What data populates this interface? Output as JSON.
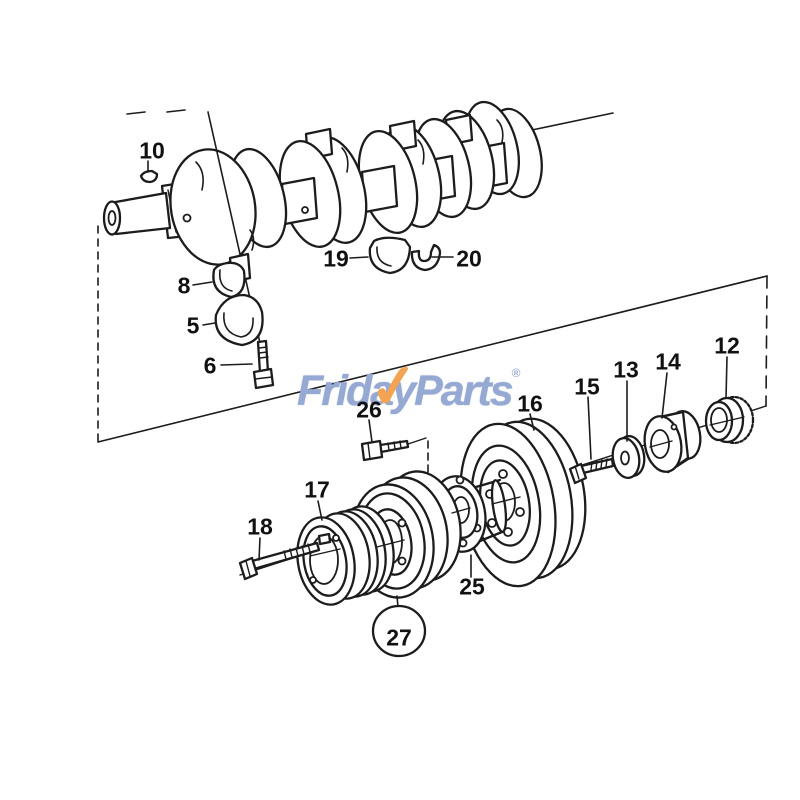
{
  "watermark": {
    "part1": "Frida",
    "part2": "y",
    "check": "✓",
    "part3": "Parts",
    "reg": "®",
    "text_color": "#95a9d3",
    "check_color": "#f2a452"
  },
  "diagram": {
    "type": "exploded-parts-diagram",
    "subject": "crankshaft and pulley assembly",
    "background_color": "#ffffff",
    "line_color": "#1c1c1c",
    "highlight_color": "#d93025",
    "highlighted_part": "27"
  },
  "labels": [
    {
      "text": "10"
    },
    {
      "text": "8"
    },
    {
      "text": "5"
    },
    {
      "text": "6"
    },
    {
      "text": "19"
    },
    {
      "text": "20"
    },
    {
      "text": "26"
    },
    {
      "text": "17"
    },
    {
      "text": "18"
    },
    {
      "text": "16"
    },
    {
      "text": "15"
    },
    {
      "text": "13"
    },
    {
      "text": "14"
    },
    {
      "text": "12"
    },
    {
      "text": "25"
    },
    {
      "text": "27"
    }
  ]
}
